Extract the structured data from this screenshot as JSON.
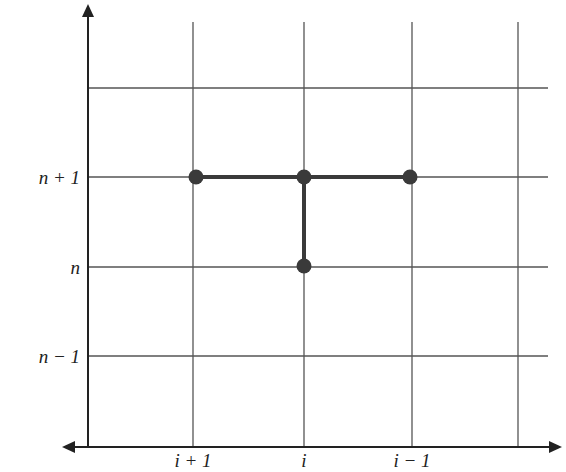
{
  "diagram": {
    "labels": [
      "n + 1",
      "n",
      "n − 1",
      "i + 1",
      "i",
      "i − 1"
    ]
  }
}
